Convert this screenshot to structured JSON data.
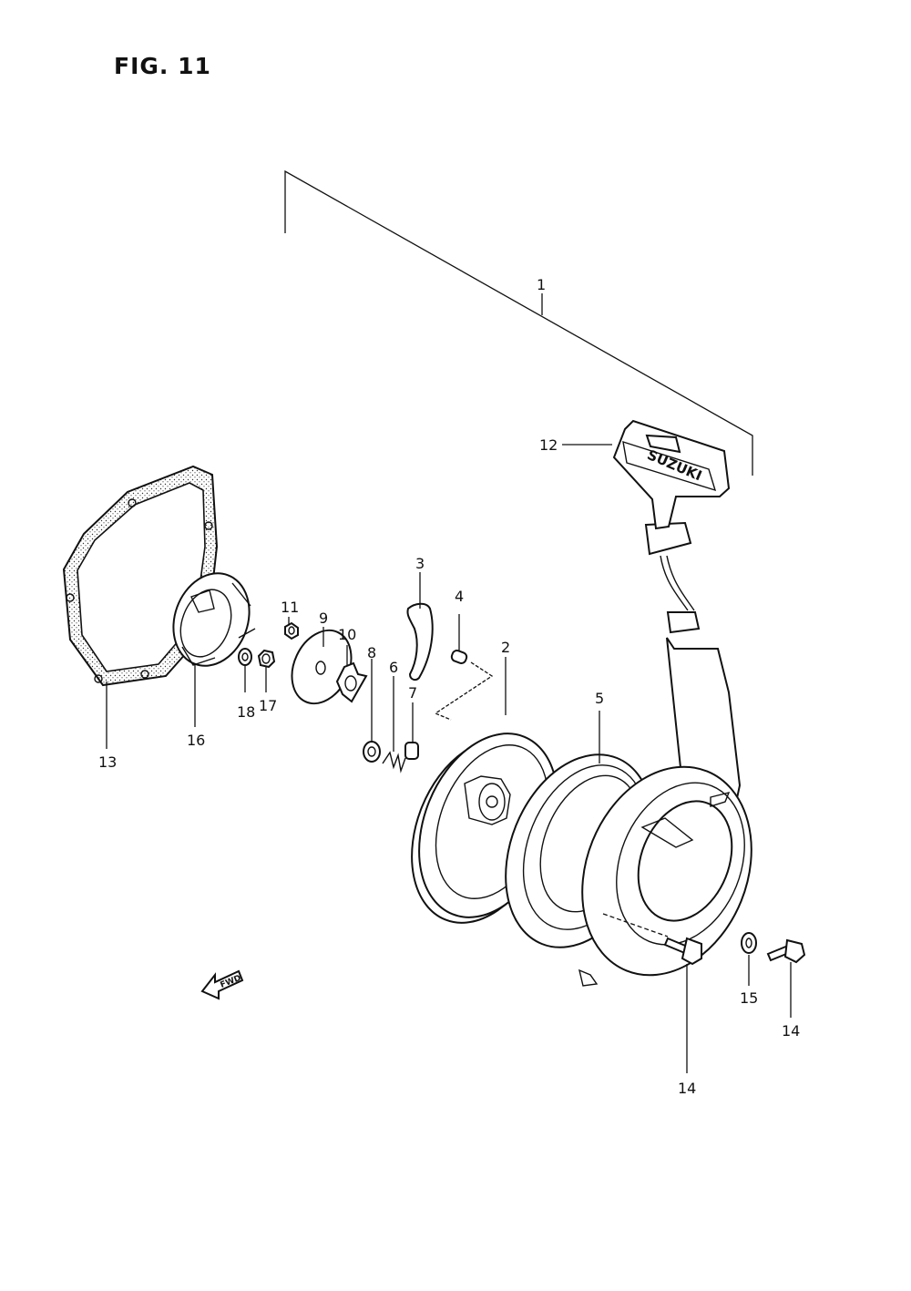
{
  "title": "FIG. 11",
  "handle_text": "SUZUKI",
  "fwd_label": "FWD",
  "callouts": [
    "1",
    "2",
    "3",
    "4",
    "5",
    "6",
    "7",
    "8",
    "9",
    "10",
    "11",
    "12",
    "13",
    "14",
    "14",
    "15",
    "16",
    "17",
    "18"
  ],
  "colors": {
    "line": "#111111",
    "background": "#ffffff"
  }
}
